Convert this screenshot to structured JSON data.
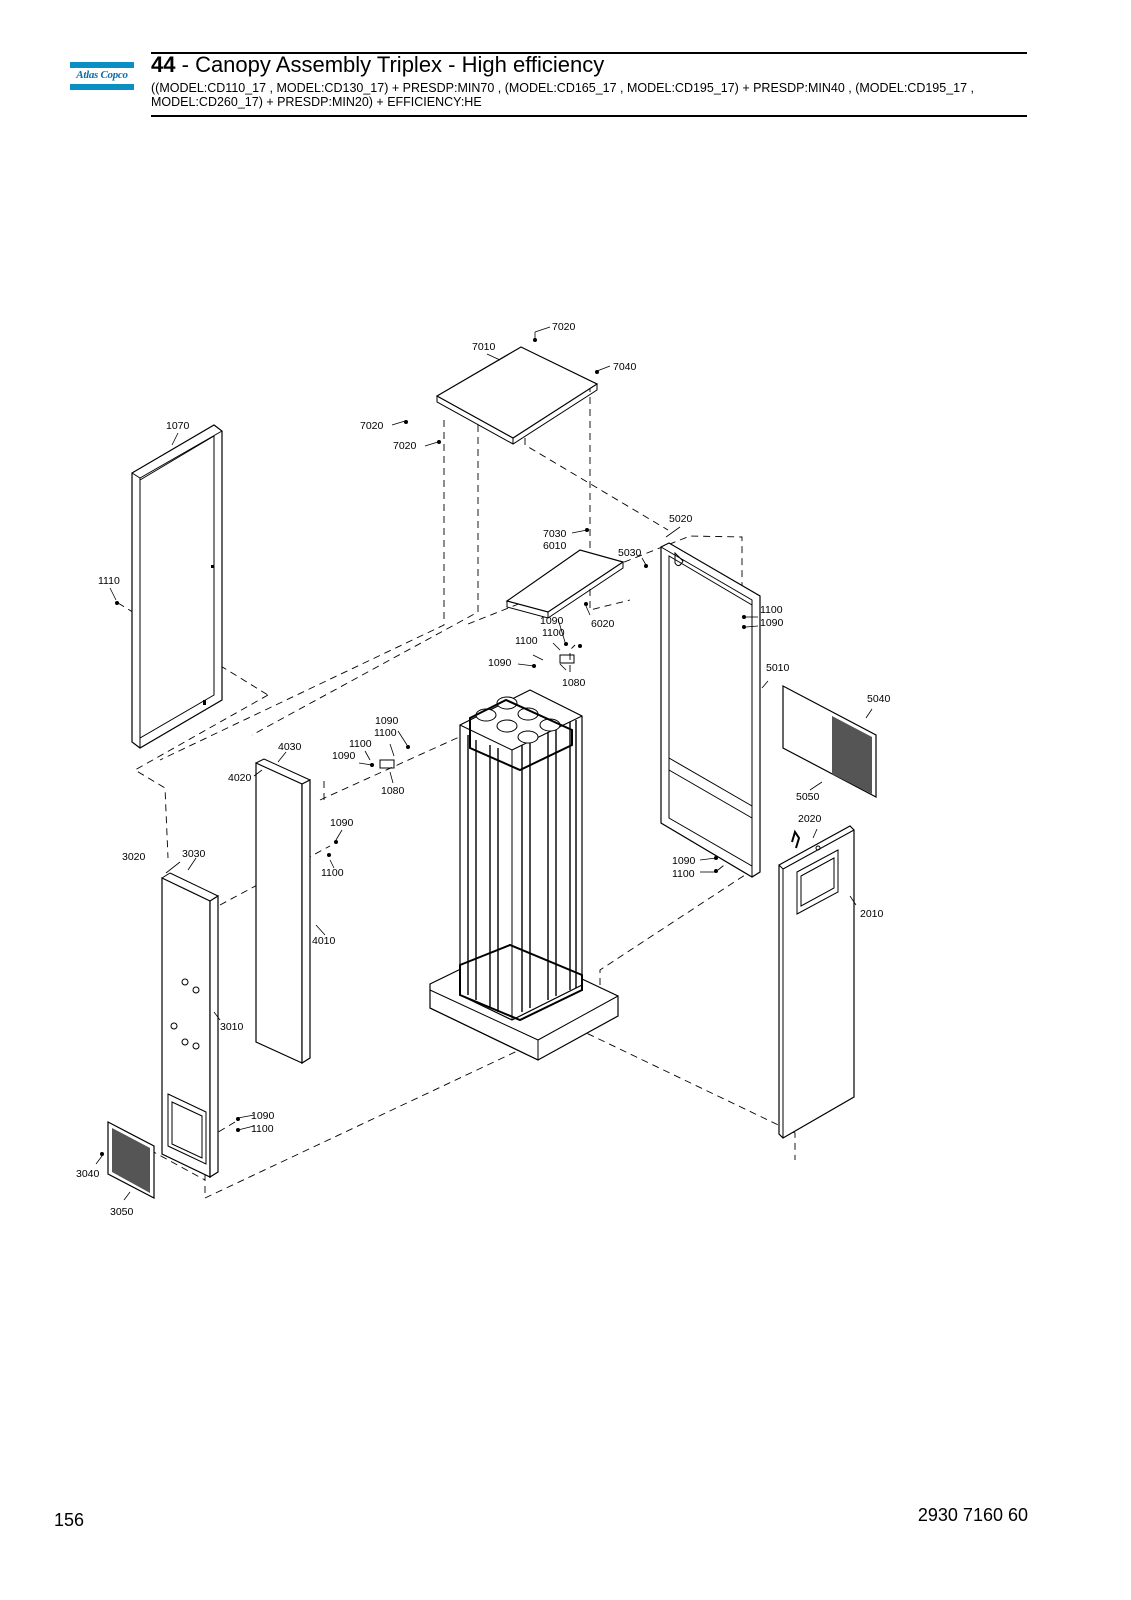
{
  "brand": {
    "logo_text": "Atlas Copco",
    "logo_color": "#0a8fc4"
  },
  "header": {
    "section_number": "44",
    "title": "Canopy Assembly Triplex - High efficiency",
    "subtitle": "((MODEL:CD110_17 , MODEL:CD130_17) + PRESDP:MIN70 , (MODEL:CD165_17 , MODEL:CD195_17) + PRESDP:MIN40 , (MODEL:CD195_17 , MODEL:CD260_17) + PRESDP:MIN20) + EFFICIENCY:HE"
  },
  "footer": {
    "page_number": "156",
    "document_number": "2930 7160 60"
  },
  "callouts": {
    "c7020a": "7020",
    "c7010": "7010",
    "c7040": "7040",
    "c7020b": "7020",
    "c7020c": "7020",
    "c1070": "1070",
    "c1110": "1110",
    "c7030": "7030",
    "c6010": "6010",
    "c5030": "5030",
    "c6020": "6020",
    "c5020": "5020",
    "c1090a": "1090",
    "c1100a": "1100",
    "c1100b": "1100",
    "c1090b": "1090",
    "c1080a": "1080",
    "c1100c": "1100",
    "c1090c": "1090",
    "c5010": "5010",
    "c5040": "5040",
    "c5050": "5050",
    "c2020": "2020",
    "c4030": "4030",
    "c4020": "4020",
    "c1090d": "1090",
    "c1100d": "1100",
    "c1100e": "1100",
    "c1090e": "1090",
    "c1080b": "1080",
    "c1090f": "1090",
    "c1100f": "1100",
    "c4010": "4010",
    "c3020": "3020",
    "c3030": "3030",
    "c3010": "3010",
    "c1090g": "1090",
    "c1100g": "1100",
    "c2010": "2010",
    "c1090h": "1090",
    "c1100h": "1100",
    "c3040": "3040",
    "c3050": "3050"
  }
}
